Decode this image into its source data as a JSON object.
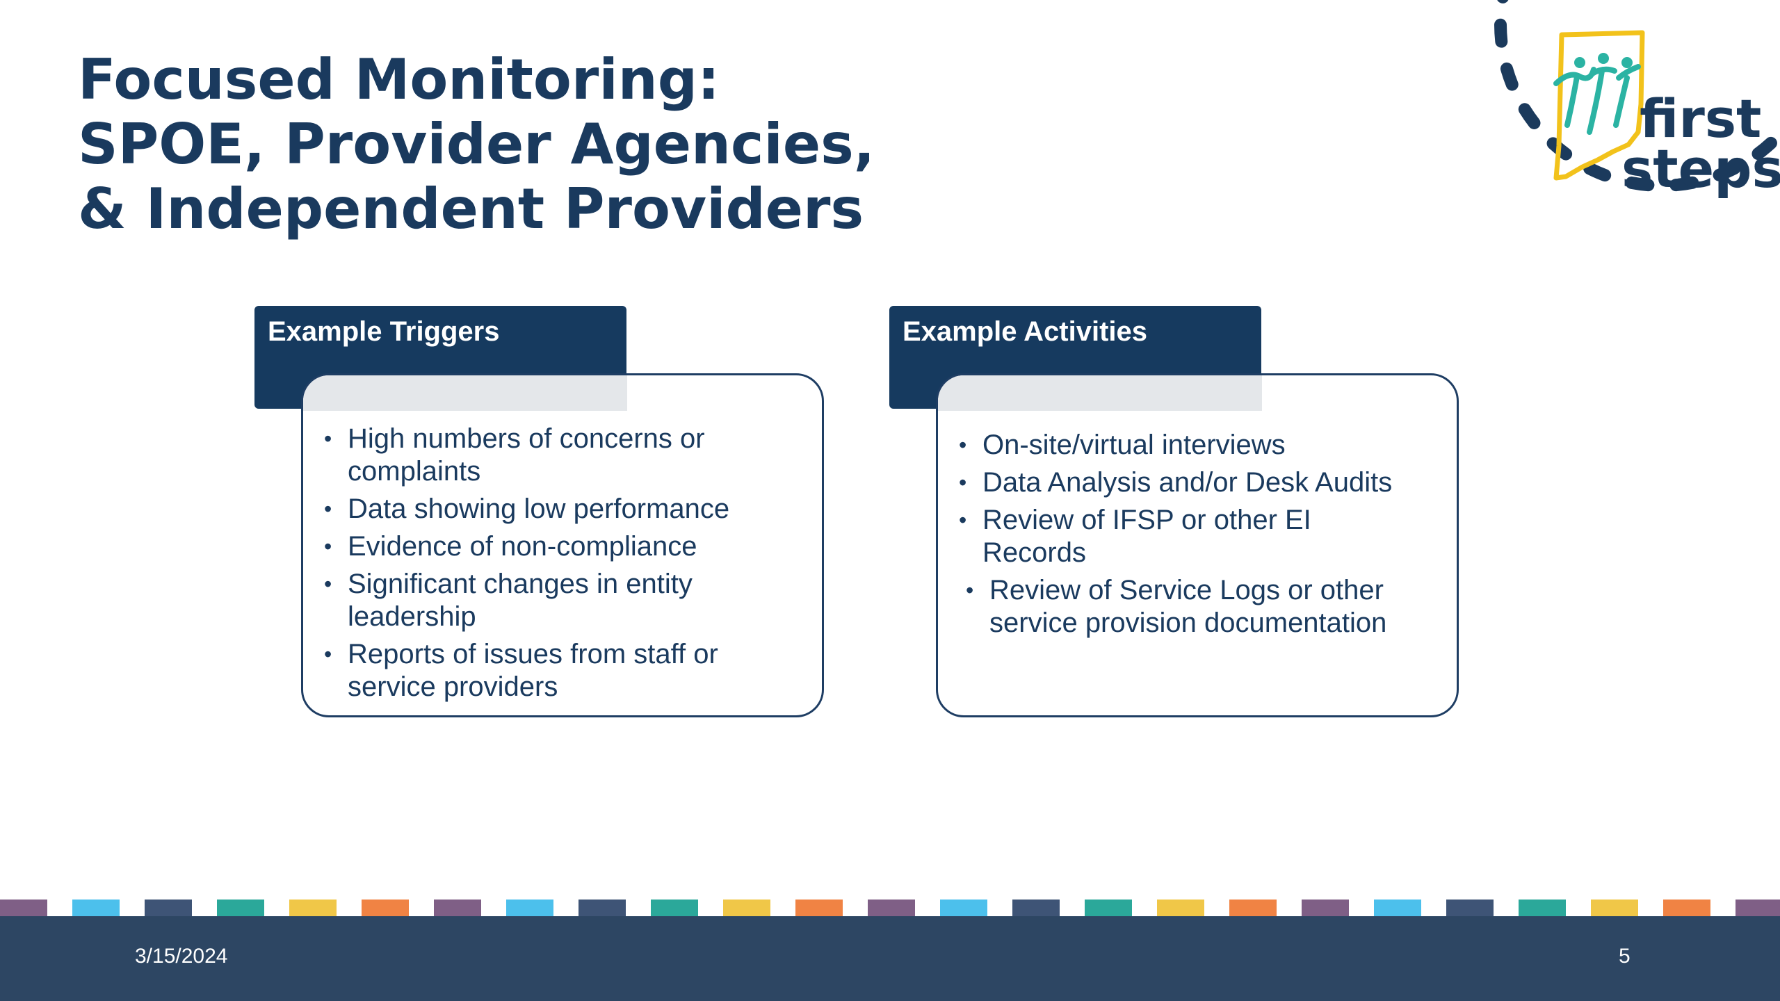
{
  "slide": {
    "title_lines": [
      "Focused Monitoring:",
      "SPOE, Provider Agencies,",
      "& Independent Providers"
    ]
  },
  "logo": {
    "wordmark_line1": "first",
    "wordmark_line2": "steps",
    "colors": {
      "ring": "#1b3a5c",
      "state_outline": "#f2c21b",
      "figures": "#2bb3a3",
      "wordmark": "#1b3a5c"
    }
  },
  "cards": [
    {
      "header": "Example Triggers",
      "items": [
        "High numbers of concerns or complaints",
        "Data showing low performance",
        "Evidence of non-compliance",
        "Significant changes in entity leadership",
        "Reports of issues from staff or service providers"
      ]
    },
    {
      "header": "Example Activities",
      "items": [
        "On-site/virtual interviews",
        "Data Analysis and/or Desk Audits",
        "Review of IFSP or other EI Records",
        "Review of Service Logs or other service provision documentation"
      ]
    }
  ],
  "footer": {
    "date": "3/15/2024",
    "page_number": "5"
  },
  "colors": {
    "title": "#1a3a5e",
    "card_header_bg": "#163a5f",
    "footer_bg": "#2d4663",
    "strip": [
      "#7f5f86",
      "#4cc0ec",
      "#3e5476",
      "#2ba89a",
      "#f0c748",
      "#f08344"
    ]
  }
}
